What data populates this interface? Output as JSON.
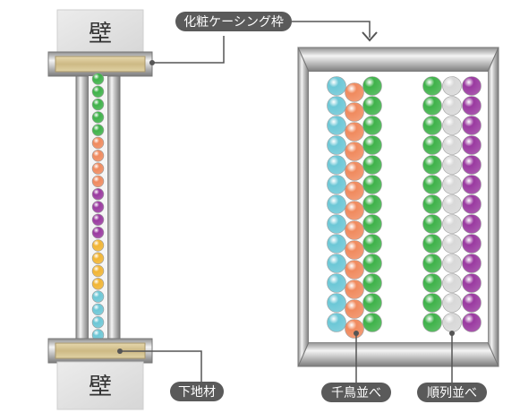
{
  "labels": {
    "wall_top": "壁",
    "wall_bottom": "壁",
    "casing_frame": "化粧ケーシング枠",
    "substrate": "下地材",
    "staggered": "千鳥並べ",
    "aligned": "順列並べ"
  },
  "colors": {
    "green": "#3fb24a",
    "cyan": "#6cc7d6",
    "orange": "#f08a5e",
    "purple": "#9a3aa0",
    "yellow": "#f2b534",
    "white": "#d8d8d8",
    "wall": "#e3e3e3",
    "wood": "#d8c79a",
    "label_bg": "#5a5a5a"
  },
  "side_column_colors": [
    "green",
    "green",
    "green",
    "green",
    "green",
    "orange",
    "orange",
    "orange",
    "orange",
    "purple",
    "purple",
    "purple",
    "purple",
    "yellow",
    "yellow",
    "yellow",
    "yellow",
    "cyan",
    "cyan",
    "cyan",
    "cyan"
  ],
  "staggered_columns": [
    "cyan",
    "orange",
    "green"
  ],
  "aligned_columns": [
    "green",
    "white",
    "purple"
  ],
  "icons": {
    "arrow": "arrow-down-icon"
  }
}
